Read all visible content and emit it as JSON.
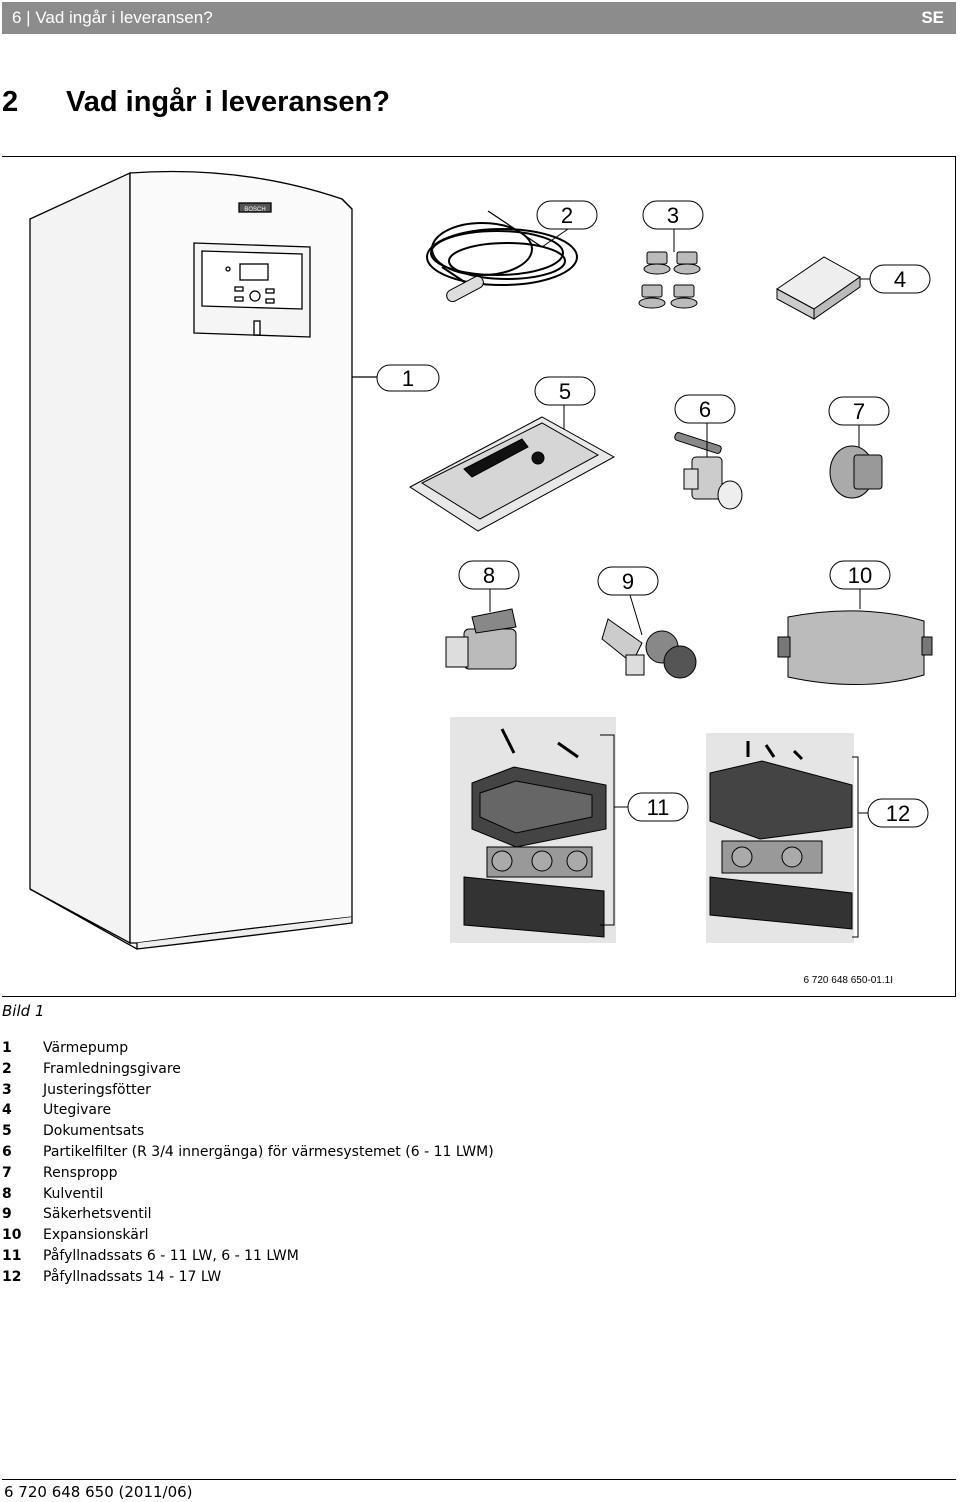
{
  "header": {
    "left": "6 | Vad ingår i leveransen?",
    "right": "SE"
  },
  "heading": {
    "number": "2",
    "title": "Vad ingår i leveransen?"
  },
  "figure": {
    "reference": "6 720 648 650-01.1I",
    "callouts": [
      "1",
      "2",
      "3",
      "4",
      "5",
      "6",
      "7",
      "8",
      "9",
      "10",
      "11",
      "12"
    ],
    "brand": "BOSCH"
  },
  "caption": "Bild 1",
  "legend": [
    {
      "n": "1",
      "text": "Värmepump"
    },
    {
      "n": "2",
      "text": "Framledningsgivare"
    },
    {
      "n": "3",
      "text": "Justeringsfötter"
    },
    {
      "n": "4",
      "text": "Utegivare"
    },
    {
      "n": "5",
      "text": "Dokumentsats"
    },
    {
      "n": "6",
      "text": "Partikelfilter (R 3/4 innergänga) för värmesystemet (6 - 11 LWM)"
    },
    {
      "n": "7",
      "text": "Renspropp"
    },
    {
      "n": "8",
      "text": "Kulventil"
    },
    {
      "n": "9",
      "text": "Säkerhetsventil"
    },
    {
      "n": "10",
      "text": "Expansionskärl"
    },
    {
      "n": "11",
      "text": "Påfyllnadssats 6 - 11 LW, 6 - 11 LWM"
    },
    {
      "n": "12",
      "text": "Påfyllnadssats 14 - 17 LW"
    }
  ],
  "footer": "6 720 648 650 (2011/06)"
}
